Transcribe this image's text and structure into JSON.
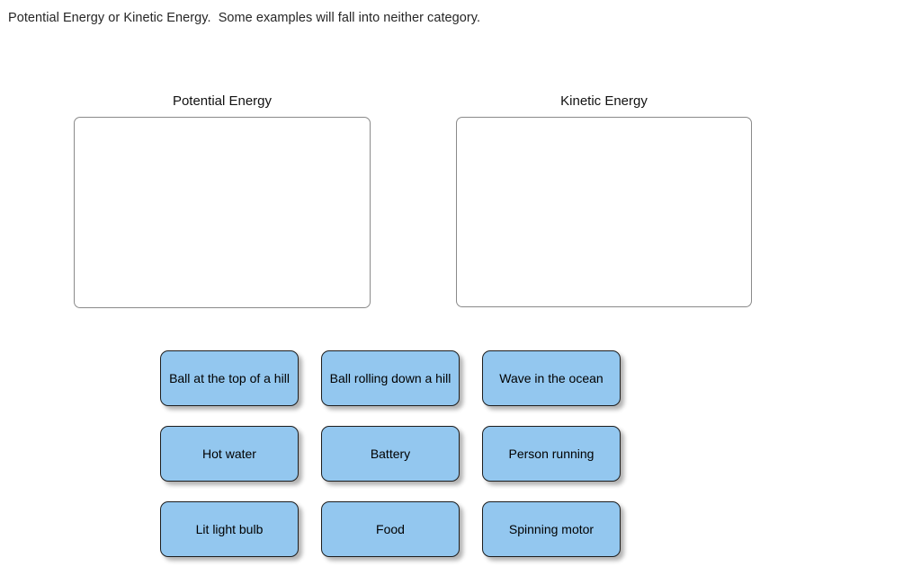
{
  "instructions": {
    "text": "Potential Energy or Kinetic Energy.  Some examples will fall into neither category."
  },
  "categories": [
    {
      "id": "potential",
      "title": "Potential Energy",
      "dropped_items": []
    },
    {
      "id": "kinetic",
      "title": "Kinetic Energy",
      "dropped_items": []
    }
  ],
  "tiles": [
    {
      "label": "Ball at the top of a hill"
    },
    {
      "label": "Ball rolling down a hill"
    },
    {
      "label": "Wave in the ocean"
    },
    {
      "label": "Hot water"
    },
    {
      "label": "Battery"
    },
    {
      "label": "Person running"
    },
    {
      "label": "Lit light bulb"
    },
    {
      "label": "Food"
    },
    {
      "label": "Spinning motor"
    }
  ],
  "colors": {
    "page_background": "#ffffff",
    "tile_fill": "#93c7ef",
    "tile_border": "#1d1d1d",
    "dropzone_border": "#8a8a8a",
    "text": "#000000",
    "instruction_text": "#262626"
  }
}
